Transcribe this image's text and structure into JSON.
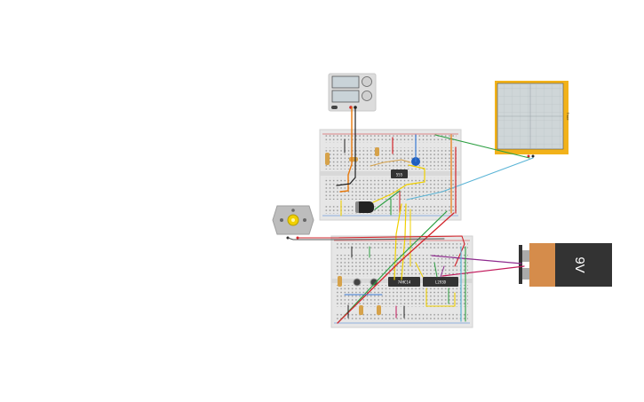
{
  "components": {
    "chip_top": {
      "label": "555"
    },
    "chip_bottom_left": {
      "label": "74HC14"
    },
    "chip_bottom_right": {
      "label": "L293D"
    },
    "battery": {
      "label": "9V"
    },
    "oscilloscope": {
      "side_label": "Trace"
    }
  },
  "colors": {
    "wire_red": "#d2242b",
    "wire_green": "#2ea043",
    "wire_yellow": "#f0d000",
    "wire_blue": "#3a7bd5",
    "wire_lightblue": "#5ab4d6",
    "wire_orange": "#e8790c",
    "wire_purple": "#8e2a8e",
    "wire_black": "#222222",
    "breadboard": "#e6e6e6",
    "scope_frame": "#f2b21a",
    "battery_body": "#333333",
    "battery_cap": "#d58c4b"
  }
}
